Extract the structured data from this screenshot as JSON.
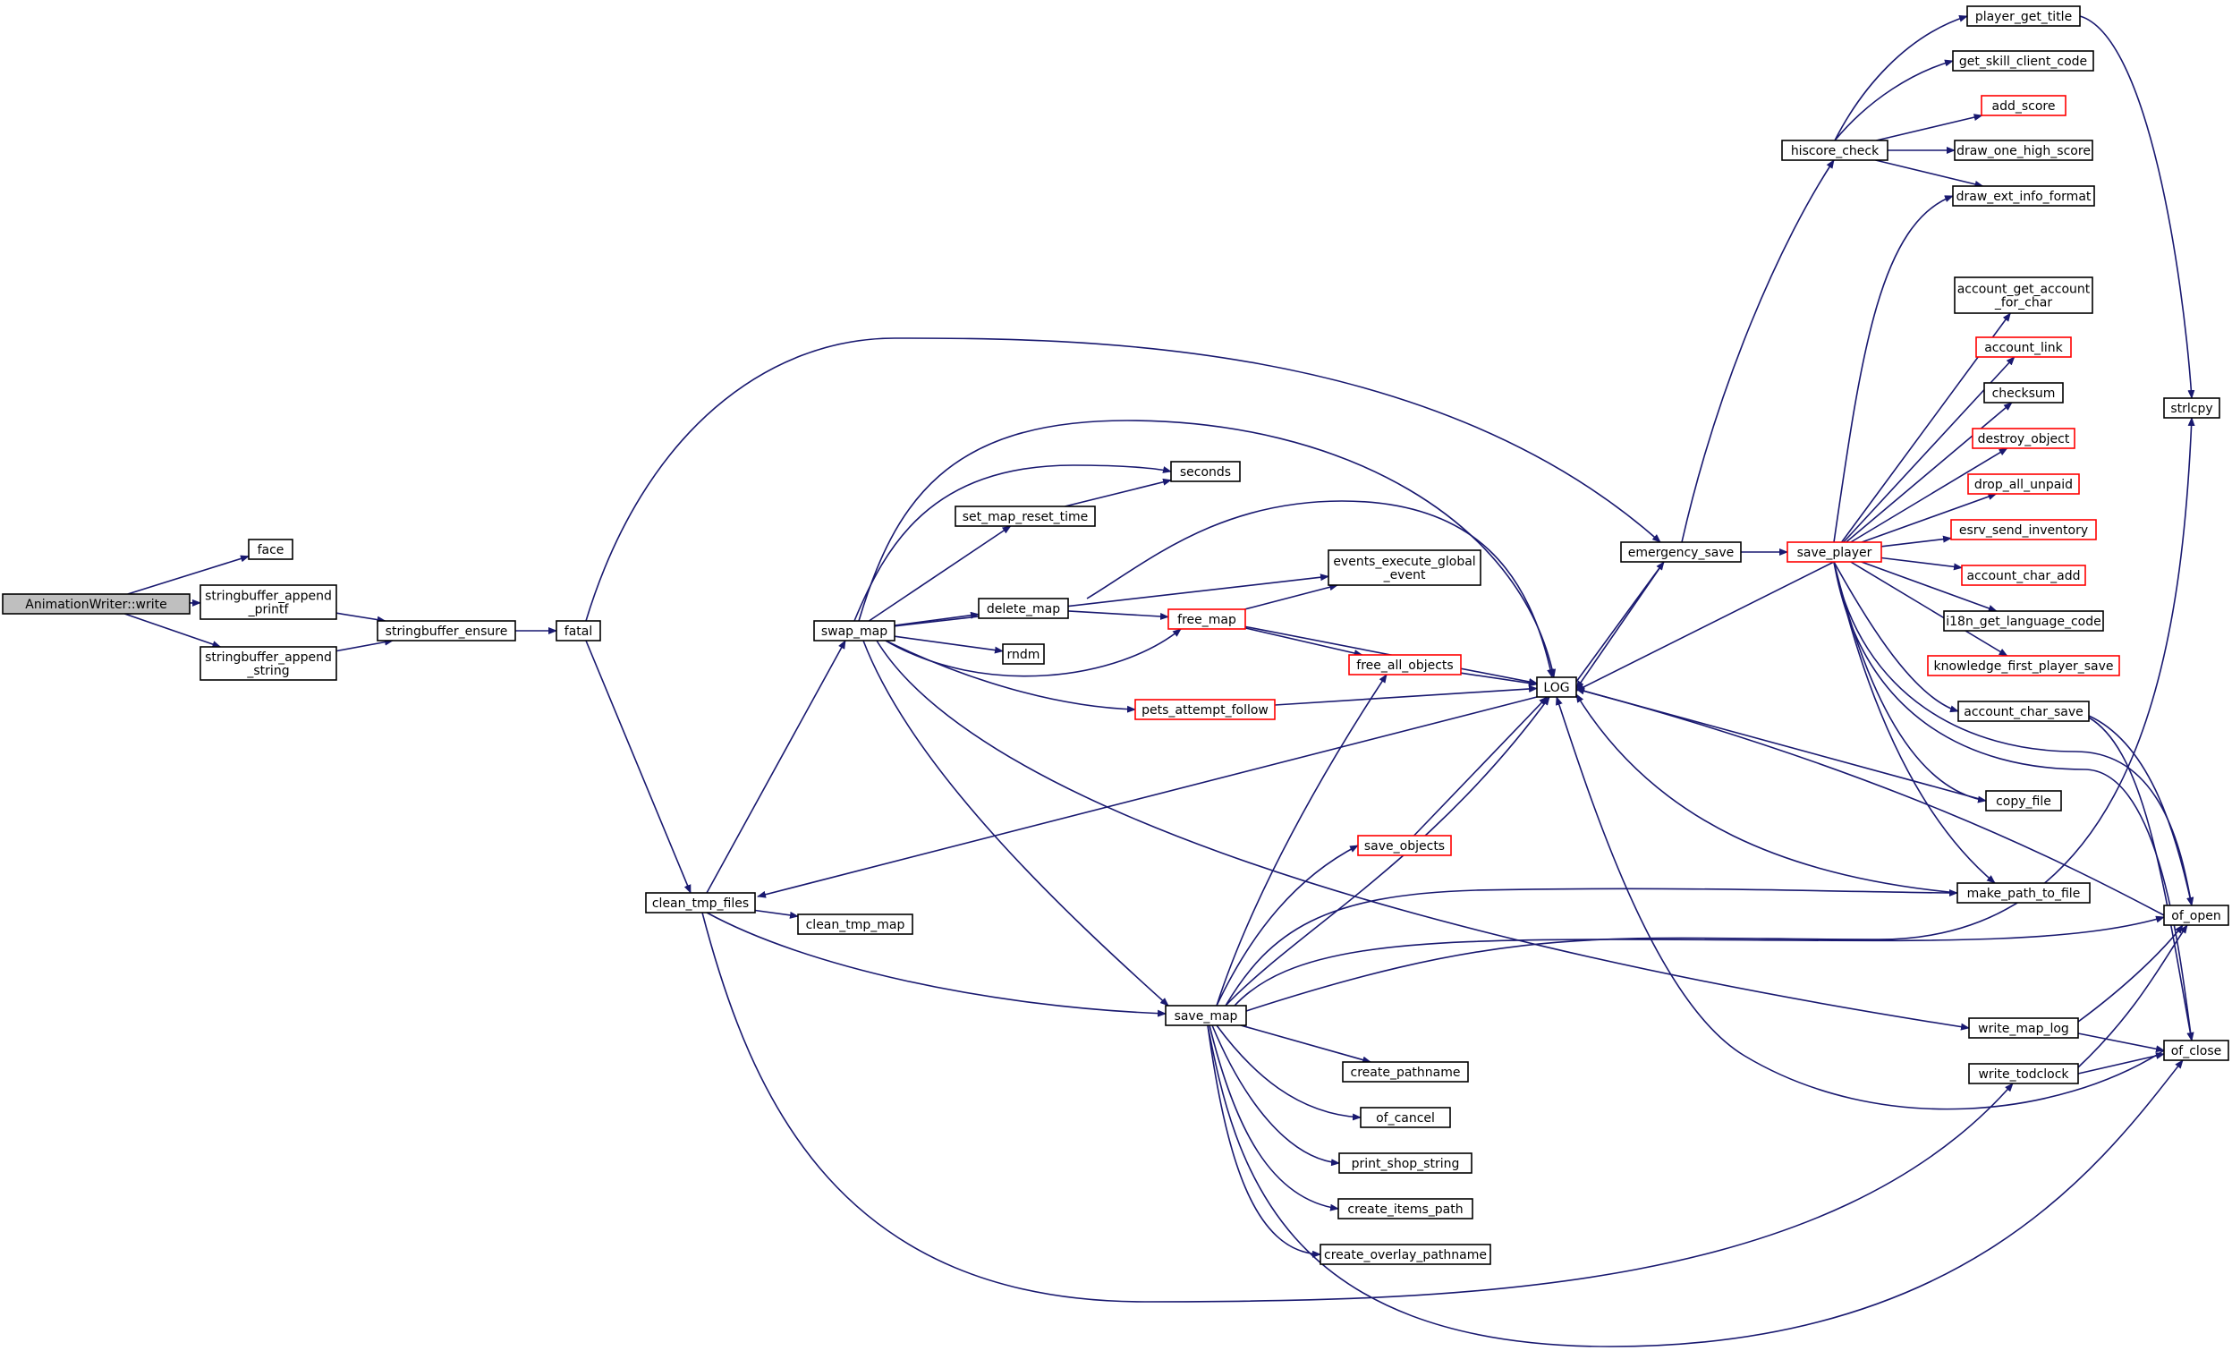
{
  "colors": {
    "edge": "#191970",
    "node_border": "#000000",
    "node_border_truncated": "#ff0000",
    "node_fill": "#ffffff",
    "root_fill": "#bfbfbf"
  },
  "nodes": [
    {
      "id": "root",
      "lines": [
        "AnimationWriter::write"
      ],
      "style": "root"
    },
    {
      "id": "face",
      "lines": [
        "face"
      ],
      "style": "normal"
    },
    {
      "id": "sb_printf",
      "lines": [
        "stringbuffer_append",
        "_printf"
      ],
      "style": "normal"
    },
    {
      "id": "sb_string",
      "lines": [
        "stringbuffer_append",
        "_string"
      ],
      "style": "normal"
    },
    {
      "id": "sb_ensure",
      "lines": [
        "stringbuffer_ensure"
      ],
      "style": "normal"
    },
    {
      "id": "fatal",
      "lines": [
        "fatal"
      ],
      "style": "normal"
    },
    {
      "id": "clean_tmp_files",
      "lines": [
        "clean_tmp_files"
      ],
      "style": "normal"
    },
    {
      "id": "clean_tmp_map",
      "lines": [
        "clean_tmp_map"
      ],
      "style": "normal"
    },
    {
      "id": "swap_map",
      "lines": [
        "swap_map"
      ],
      "style": "normal"
    },
    {
      "id": "seconds",
      "lines": [
        "seconds"
      ],
      "style": "normal"
    },
    {
      "id": "set_map_reset_time",
      "lines": [
        "set_map_reset_time"
      ],
      "style": "normal"
    },
    {
      "id": "delete_map",
      "lines": [
        "delete_map"
      ],
      "style": "normal"
    },
    {
      "id": "rndm",
      "lines": [
        "rndm"
      ],
      "style": "normal"
    },
    {
      "id": "events_exec",
      "lines": [
        "events_execute_global",
        "_event"
      ],
      "style": "normal"
    },
    {
      "id": "free_map",
      "lines": [
        "free_map"
      ],
      "style": "truncated"
    },
    {
      "id": "free_all_objects",
      "lines": [
        "free_all_objects"
      ],
      "style": "truncated"
    },
    {
      "id": "pets_attempt_follow",
      "lines": [
        "pets_attempt_follow"
      ],
      "style": "truncated"
    },
    {
      "id": "LOG",
      "lines": [
        "LOG"
      ],
      "style": "normal"
    },
    {
      "id": "save_objects",
      "lines": [
        "save_objects"
      ],
      "style": "truncated"
    },
    {
      "id": "save_map",
      "lines": [
        "save_map"
      ],
      "style": "normal"
    },
    {
      "id": "create_pathname",
      "lines": [
        "create_pathname"
      ],
      "style": "normal"
    },
    {
      "id": "of_cancel",
      "lines": [
        "of_cancel"
      ],
      "style": "normal"
    },
    {
      "id": "print_shop_string",
      "lines": [
        "print_shop_string"
      ],
      "style": "normal"
    },
    {
      "id": "create_items_path",
      "lines": [
        "create_items_path"
      ],
      "style": "normal"
    },
    {
      "id": "create_overlay_pathname",
      "lines": [
        "create_overlay_pathname"
      ],
      "style": "normal"
    },
    {
      "id": "emergency_save",
      "lines": [
        "emergency_save"
      ],
      "style": "normal"
    },
    {
      "id": "hiscore_check",
      "lines": [
        "hiscore_check"
      ],
      "style": "normal"
    },
    {
      "id": "save_player",
      "lines": [
        "save_player"
      ],
      "style": "truncated"
    },
    {
      "id": "player_get_title",
      "lines": [
        "player_get_title"
      ],
      "style": "normal"
    },
    {
      "id": "get_skill_client_code",
      "lines": [
        "get_skill_client_code"
      ],
      "style": "normal"
    },
    {
      "id": "add_score",
      "lines": [
        "add_score"
      ],
      "style": "truncated"
    },
    {
      "id": "draw_one_high_score",
      "lines": [
        "draw_one_high_score"
      ],
      "style": "normal"
    },
    {
      "id": "draw_ext_info_format",
      "lines": [
        "draw_ext_info_format"
      ],
      "style": "normal"
    },
    {
      "id": "account_get_account",
      "lines": [
        "account_get_account",
        "_for_char"
      ],
      "style": "normal"
    },
    {
      "id": "account_link",
      "lines": [
        "account_link"
      ],
      "style": "truncated"
    },
    {
      "id": "checksum",
      "lines": [
        "checksum"
      ],
      "style": "normal"
    },
    {
      "id": "destroy_object",
      "lines": [
        "destroy_object"
      ],
      "style": "truncated"
    },
    {
      "id": "drop_all_unpaid",
      "lines": [
        "drop_all_unpaid"
      ],
      "style": "truncated"
    },
    {
      "id": "esrv_send_inventory",
      "lines": [
        "esrv_send_inventory"
      ],
      "style": "truncated"
    },
    {
      "id": "account_char_add",
      "lines": [
        "account_char_add"
      ],
      "style": "truncated"
    },
    {
      "id": "i18n_get_language_code",
      "lines": [
        "i18n_get_language_code"
      ],
      "style": "normal"
    },
    {
      "id": "knowledge_first_player_save",
      "lines": [
        "knowledge_first_player_save"
      ],
      "style": "truncated"
    },
    {
      "id": "account_char_save",
      "lines": [
        "account_char_save"
      ],
      "style": "normal"
    },
    {
      "id": "copy_file",
      "lines": [
        "copy_file"
      ],
      "style": "normal"
    },
    {
      "id": "make_path_to_file",
      "lines": [
        "make_path_to_file"
      ],
      "style": "normal"
    },
    {
      "id": "write_map_log",
      "lines": [
        "write_map_log"
      ],
      "style": "normal"
    },
    {
      "id": "write_todclock",
      "lines": [
        "write_todclock"
      ],
      "style": "normal"
    },
    {
      "id": "strlcpy",
      "lines": [
        "strlcpy"
      ],
      "style": "normal"
    },
    {
      "id": "of_open",
      "lines": [
        "of_open"
      ],
      "style": "normal"
    },
    {
      "id": "of_close",
      "lines": [
        "of_close"
      ],
      "style": "normal"
    }
  ],
  "edges": [
    [
      "root",
      "face"
    ],
    [
      "root",
      "sb_printf"
    ],
    [
      "root",
      "sb_string"
    ],
    [
      "sb_printf",
      "sb_ensure"
    ],
    [
      "sb_string",
      "sb_ensure"
    ],
    [
      "sb_ensure",
      "fatal"
    ],
    [
      "fatal",
      "clean_tmp_files"
    ],
    [
      "fatal",
      "emergency_save"
    ],
    [
      "clean_tmp_files",
      "swap_map"
    ],
    [
      "clean_tmp_files",
      "clean_tmp_map"
    ],
    [
      "clean_tmp_files",
      "save_map"
    ],
    [
      "clean_tmp_files",
      "write_todclock"
    ],
    [
      "swap_map",
      "seconds"
    ],
    [
      "swap_map",
      "set_map_reset_time"
    ],
    [
      "swap_map",
      "LOG"
    ],
    [
      "swap_map",
      "events_exec"
    ],
    [
      "swap_map",
      "delete_map"
    ],
    [
      "swap_map",
      "rndm"
    ],
    [
      "swap_map",
      "free_map"
    ],
    [
      "swap_map",
      "pets_attempt_follow"
    ],
    [
      "swap_map",
      "save_map"
    ],
    [
      "swap_map",
      "write_map_log"
    ],
    [
      "set_map_reset_time",
      "seconds"
    ],
    [
      "delete_map",
      "LOG"
    ],
    [
      "delete_map",
      "free_map"
    ],
    [
      "free_map",
      "events_exec"
    ],
    [
      "free_map",
      "LOG"
    ],
    [
      "free_map",
      "free_all_objects"
    ],
    [
      "free_all_objects",
      "LOG"
    ],
    [
      "pets_attempt_follow",
      "LOG"
    ],
    [
      "LOG",
      "clean_tmp_files"
    ],
    [
      "LOG",
      "emergency_save"
    ],
    [
      "save_objects",
      "LOG"
    ],
    [
      "save_map",
      "free_all_objects"
    ],
    [
      "save_map",
      "LOG"
    ],
    [
      "save_map",
      "save_objects"
    ],
    [
      "save_map",
      "make_path_to_file"
    ],
    [
      "save_map",
      "of_open"
    ],
    [
      "save_map",
      "strlcpy"
    ],
    [
      "save_map",
      "create_pathname"
    ],
    [
      "save_map",
      "of_cancel"
    ],
    [
      "save_map",
      "print_shop_string"
    ],
    [
      "save_map",
      "create_items_path"
    ],
    [
      "save_map",
      "create_overlay_pathname"
    ],
    [
      "save_map",
      "of_close"
    ],
    [
      "emergency_save",
      "LOG"
    ],
    [
      "emergency_save",
      "hiscore_check"
    ],
    [
      "emergency_save",
      "save_player"
    ],
    [
      "hiscore_check",
      "player_get_title"
    ],
    [
      "hiscore_check",
      "get_skill_client_code"
    ],
    [
      "hiscore_check",
      "add_score"
    ],
    [
      "hiscore_check",
      "draw_one_high_score"
    ],
    [
      "hiscore_check",
      "draw_ext_info_format"
    ],
    [
      "player_get_title",
      "strlcpy"
    ],
    [
      "save_player",
      "LOG"
    ],
    [
      "save_player",
      "draw_ext_info_format"
    ],
    [
      "save_player",
      "account_get_account"
    ],
    [
      "save_player",
      "account_link"
    ],
    [
      "save_player",
      "checksum"
    ],
    [
      "save_player",
      "destroy_object"
    ],
    [
      "save_player",
      "drop_all_unpaid"
    ],
    [
      "save_player",
      "esrv_send_inventory"
    ],
    [
      "save_player",
      "account_char_add"
    ],
    [
      "save_player",
      "i18n_get_language_code"
    ],
    [
      "save_player",
      "knowledge_first_player_save"
    ],
    [
      "save_player",
      "account_char_save"
    ],
    [
      "save_player",
      "copy_file"
    ],
    [
      "save_player",
      "make_path_to_file"
    ],
    [
      "save_player",
      "of_open"
    ],
    [
      "save_player",
      "of_close"
    ],
    [
      "account_char_save",
      "of_open"
    ],
    [
      "account_char_save",
      "of_close"
    ],
    [
      "copy_file",
      "LOG"
    ],
    [
      "make_path_to_file",
      "LOG"
    ],
    [
      "of_open",
      "LOG"
    ],
    [
      "of_close",
      "LOG"
    ],
    [
      "write_map_log",
      "of_open"
    ],
    [
      "write_map_log",
      "of_close"
    ],
    [
      "write_todclock",
      "of_open"
    ],
    [
      "write_todclock",
      "of_close"
    ]
  ]
}
